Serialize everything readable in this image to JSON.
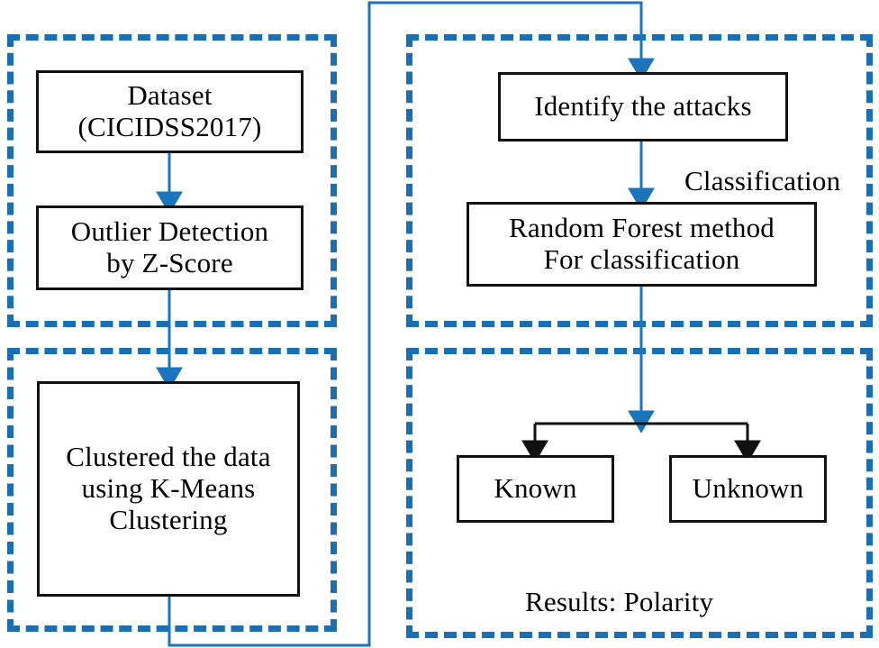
{
  "diagram": {
    "title": "Intrusion detection and classification flowchart",
    "colors": {
      "group_border": "#1a6fb4",
      "blue_arrow": "#1a75bc",
      "black_arrow": "#111111",
      "node_border": "#111111",
      "background": "#ffffff"
    },
    "groups": [
      {
        "id": "preprocessing",
        "label": ""
      },
      {
        "id": "clustering",
        "label": ""
      },
      {
        "id": "classification",
        "label": "Classification"
      },
      {
        "id": "results",
        "label": "Results: Polarity"
      }
    ],
    "nodes": [
      {
        "id": "dataset",
        "text": "Dataset\n(CICIDSS2017)"
      },
      {
        "id": "outlier",
        "text": "Outlier Detection\nby Z-Score"
      },
      {
        "id": "kmeans",
        "text": "Clustered the data\nusing K-Means\nClustering"
      },
      {
        "id": "identify",
        "text": "Identify the attacks"
      },
      {
        "id": "randomforest",
        "text": "Random Forest method\nFor classification"
      },
      {
        "id": "known",
        "text": "Known"
      },
      {
        "id": "unknown",
        "text": "Unknown"
      }
    ],
    "free_labels": [
      {
        "id": "classification-label",
        "text": "Classification"
      },
      {
        "id": "results-label",
        "text": "Results: Polarity"
      }
    ],
    "edges": [
      {
        "from": "dataset",
        "to": "outlier",
        "style": "blue-arrow"
      },
      {
        "from": "outlier",
        "to": "kmeans",
        "style": "blue-arrow"
      },
      {
        "from": "kmeans",
        "to": "identify",
        "style": "blue-routed-arrow"
      },
      {
        "from": "identify",
        "to": "randomforest",
        "style": "blue-arrow"
      },
      {
        "from": "randomforest",
        "to": "split",
        "style": "blue-arrow"
      },
      {
        "from": "split",
        "to": "known",
        "style": "black-arrow"
      },
      {
        "from": "split",
        "to": "unknown",
        "style": "black-arrow"
      }
    ]
  }
}
